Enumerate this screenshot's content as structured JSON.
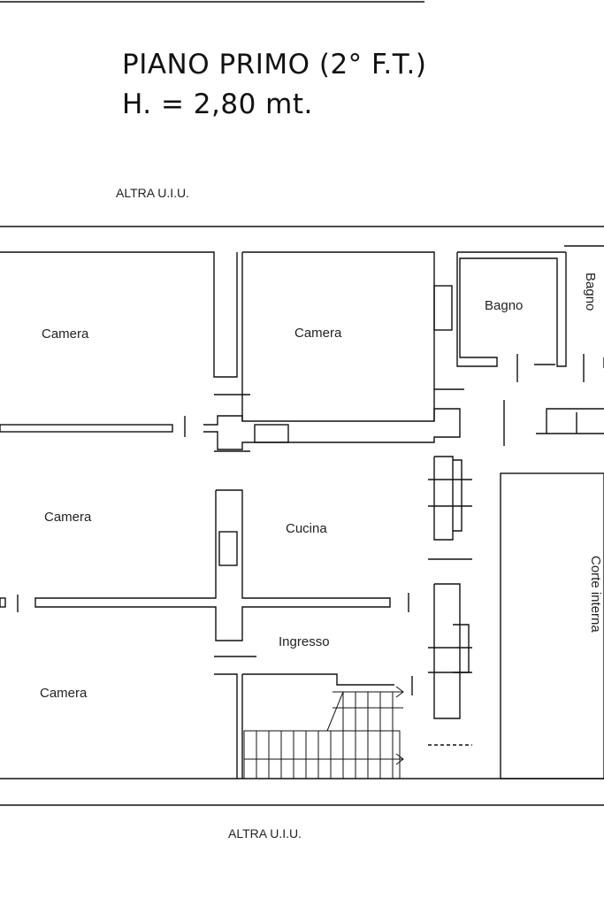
{
  "title": {
    "line1": "PIANO PRIMO (2° F.T.)",
    "line2": "H. = 2,80 mt."
  },
  "adjacent": {
    "top": "ALTRA U.I.U.",
    "bottom": "ALTRA U.I.U."
  },
  "rooms": {
    "camera_top_left": "Camera",
    "camera_top_mid": "Camera",
    "camera_mid_left": "Camera",
    "camera_bottom_left": "Camera",
    "cucina": "Cucina",
    "ingresso": "Ingresso",
    "bagno": "Bagno",
    "bagno_vertical": "Bagno",
    "corte_interna": "Corte interna"
  }
}
